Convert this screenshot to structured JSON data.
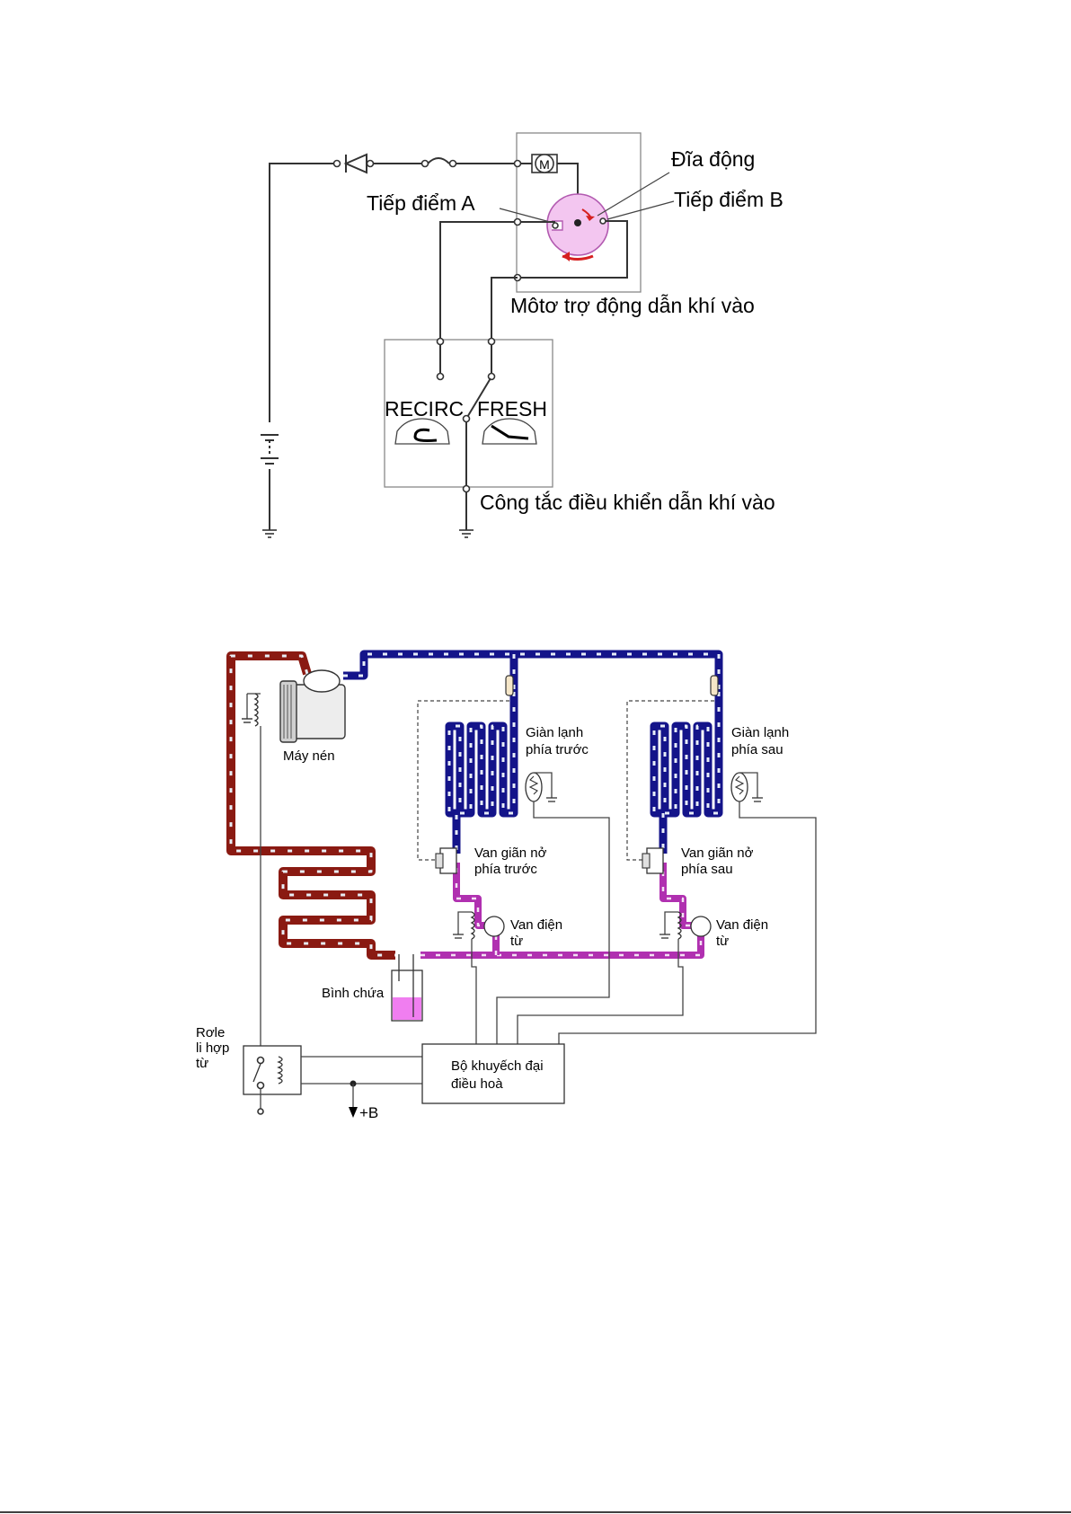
{
  "diagram1": {
    "labels": {
      "moving_disc": "Đĩa động",
      "contact_a": "Tiếp điểm A",
      "contact_b": "Tiếp điểm B",
      "motor": "Môtơ trợ động dẫn khí vào",
      "recirc": "RECIRC",
      "fresh": "FRESH",
      "switch": "Công tắc điều khiển dẫn khí vào",
      "motor_symbol": "M"
    }
  },
  "diagram2": {
    "labels": {
      "compressor": "Máy nén",
      "front_evap_1": "Giàn lạnh",
      "front_evap_2": "phía trước",
      "rear_evap_1": "Giàn lạnh",
      "rear_evap_2": "phía sau",
      "front_valve_1": "Van giãn nở",
      "front_valve_2": "phía trước",
      "rear_valve_1": "Van giãn nở",
      "rear_valve_2": "phía sau",
      "solenoid_1a": "Van điện",
      "solenoid_1b": "từ",
      "solenoid_2a": "Van điện",
      "solenoid_2b": "từ",
      "receiver": "Bình chứa",
      "relay_1": "Rơle",
      "relay_2": "li hợp",
      "relay_3": "từ",
      "amplifier_1": "Bộ khuyếch đại",
      "amplifier_2": "điều hoà",
      "supply": "+B"
    },
    "colors": {
      "high_pressure_pipe": "#8a1a12",
      "low_pressure_pipe": "#14148a",
      "liquid_pipe": "#b030b0",
      "motor_disc": "#f3c6f0"
    }
  }
}
